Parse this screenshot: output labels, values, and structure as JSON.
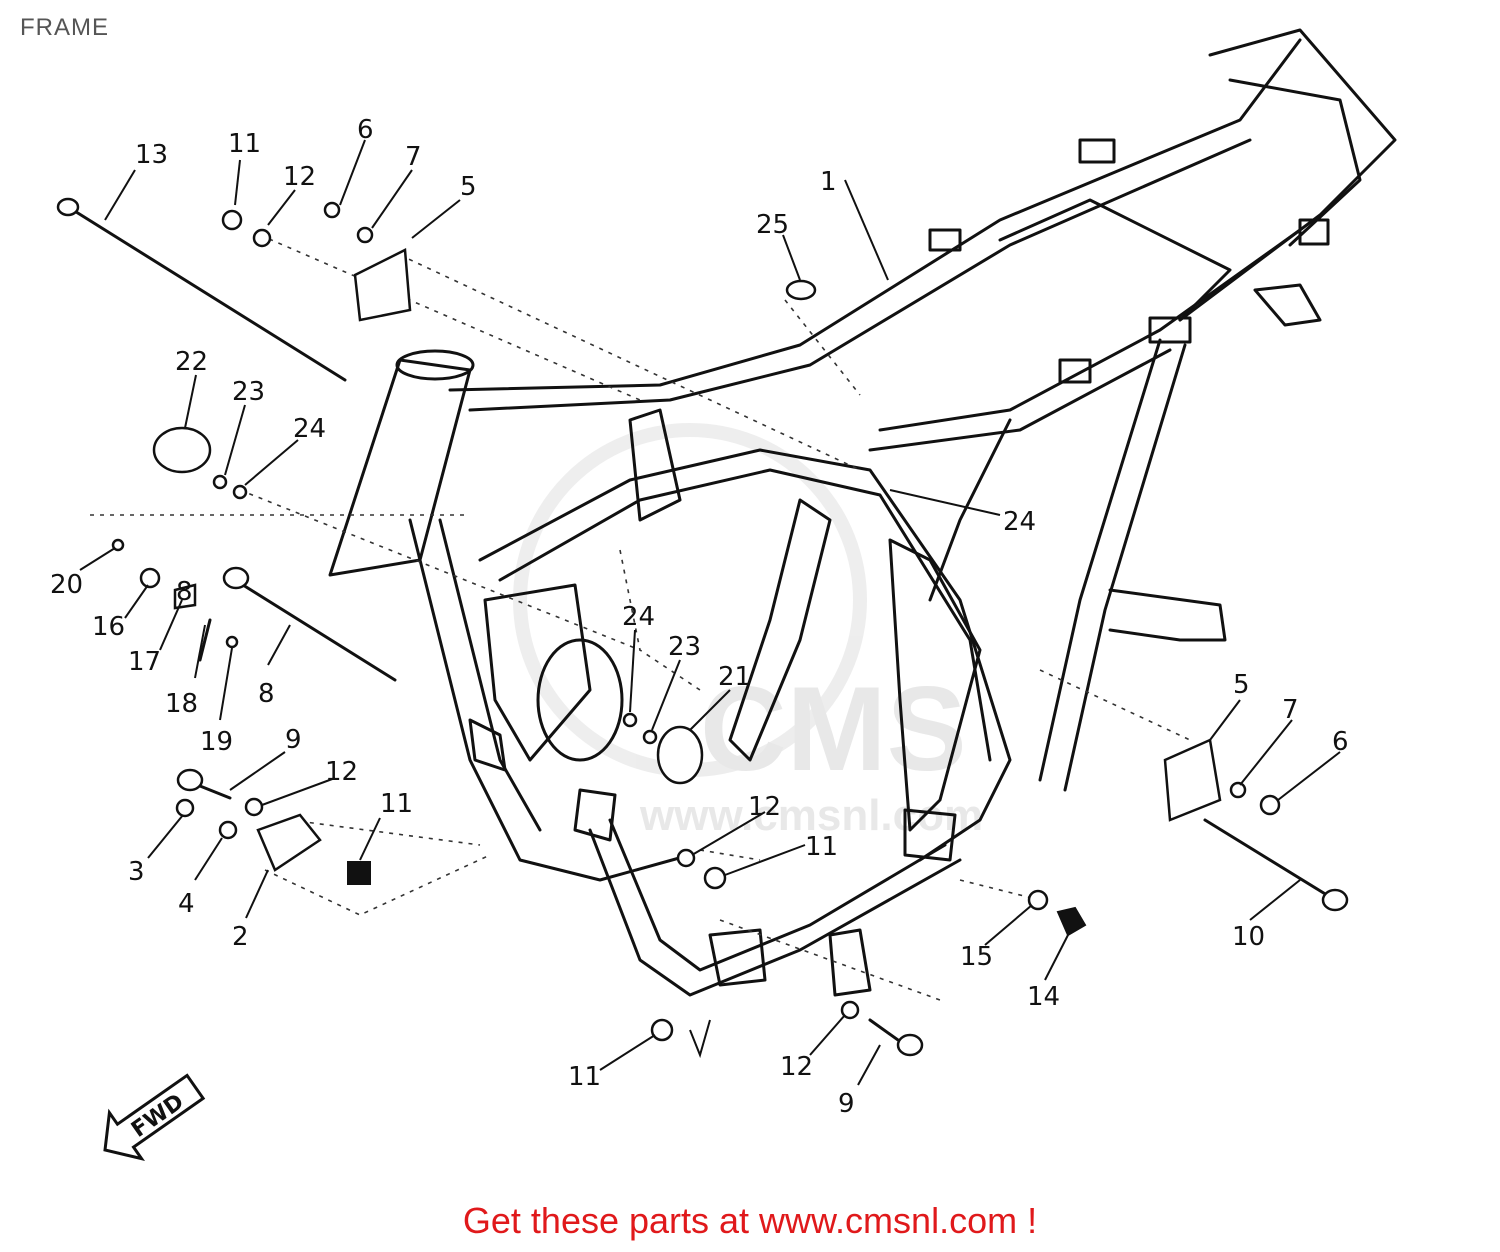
{
  "page": {
    "title": "FRAME",
    "promo": "Get these parts at www.cmsnl.com !"
  },
  "diagram": {
    "watermark_text": "CMS",
    "watermark_url": "www.cmsnl.com",
    "fwd_label": "FWD",
    "callouts": {
      "c1": "1",
      "c2": "2",
      "c3": "3",
      "c4": "4",
      "c5a": "5",
      "c5b": "5",
      "c6a": "6",
      "c6b": "6",
      "c7a": "7",
      "c7b": "7",
      "c8a": "8",
      "c8b": "8",
      "c9a": "9",
      "c9b": "9",
      "c10": "10",
      "c11a": "11",
      "c11b": "11",
      "c11c": "11",
      "c11d": "11",
      "c12a": "12",
      "c12b": "12",
      "c12c": "12",
      "c12d": "12",
      "c13": "13",
      "c14": "14",
      "c15": "15",
      "c16": "16",
      "c17": "17",
      "c18": "18",
      "c19": "19",
      "c20": "20",
      "c21": "21",
      "c22": "22",
      "c23a": "23",
      "c23b": "23",
      "c24a": "24",
      "c24b": "24",
      "c24c": "24",
      "c25": "25"
    }
  }
}
